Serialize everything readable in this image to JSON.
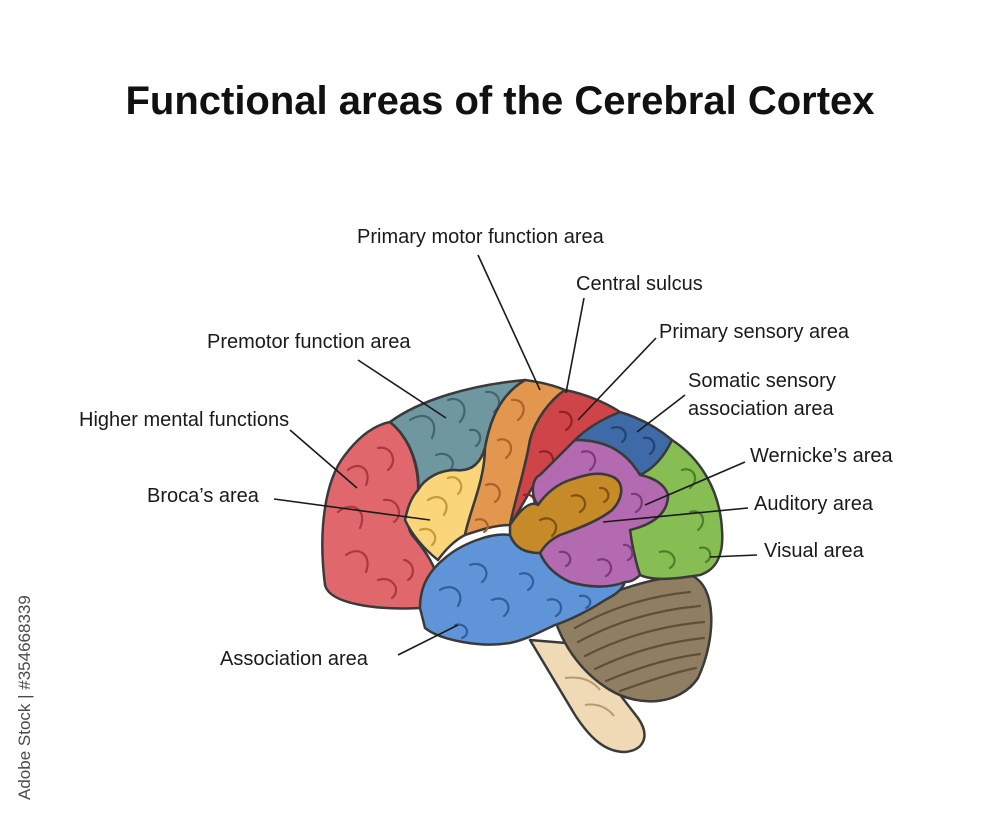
{
  "title": "Functional areas of the Cerebral Cortex",
  "labels": {
    "primary_motor": "Primary motor function area",
    "central_sulcus": "Central sulcus",
    "premotor": "Premotor function area",
    "primary_sensory": "Primary sensory area",
    "somatic_line1": "Somatic sensory",
    "somatic_line2": "association area",
    "higher_mental": "Higher mental functions",
    "wernicke": "Wernicke’s area",
    "broca": "Broca’s area",
    "auditory": "Auditory area",
    "visual": "Visual area",
    "association": "Association area"
  },
  "watermark": {
    "stock_id": "Adobe Stock | #354668339"
  },
  "colors": {
    "prefrontal": "#e0686d",
    "premotor": "#6f97a0",
    "motor": "#e3974e",
    "sensory": "#cf4448",
    "somatic_association": "#3e6aa8",
    "broca": "#fbd57a",
    "wernicke": "#b46ab1",
    "auditory": "#c68a28",
    "visual": "#86be53",
    "temporal": "#5f95d8",
    "cerebellum": "#8f7e62",
    "brainstem": "#f0d9b5"
  }
}
